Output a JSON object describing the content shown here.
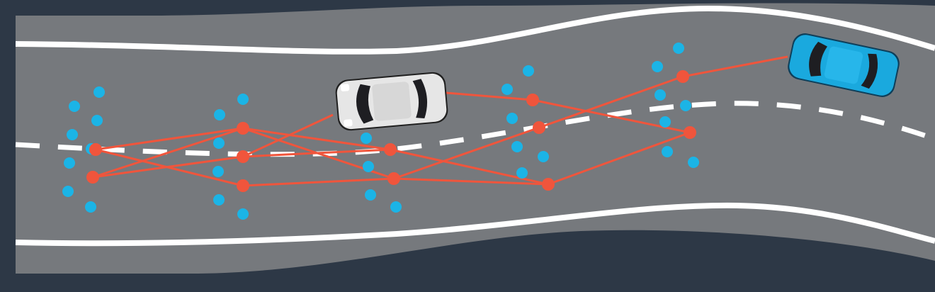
{
  "colors": {
    "background": "#2d3846",
    "road": "#76797d",
    "road_edge_line": "#ffffff",
    "lane_dash": "#ffffff",
    "path": "#f0553c",
    "sample_points": "#1bb4e6",
    "ego_car_body": "#e6e6e6",
    "target_car_body": "#1aa9de",
    "car_glass": "#1e1e22"
  },
  "elements": {
    "ego_car": {
      "icon": "car-top-view-icon",
      "color_key": "ego_car_body"
    },
    "target_car": {
      "icon": "car-top-view-icon",
      "color_key": "target_car_body"
    },
    "planning_graph": {
      "node_columns": 5,
      "nodes_per_column": 3
    },
    "sample_points": {
      "color_key": "sample_points"
    }
  }
}
